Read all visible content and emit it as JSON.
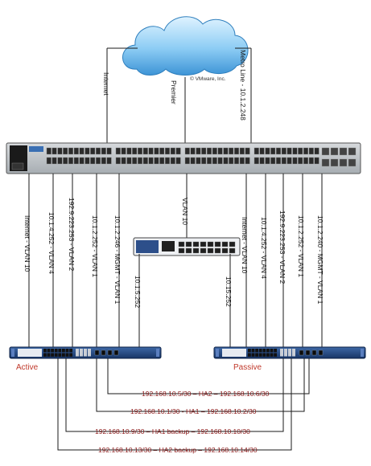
{
  "cloud": {
    "copyright": "© VMware, Inc."
  },
  "uplinks": {
    "internet": "Internet",
    "premier": "Premier",
    "metro": "Metro Line - 10.1.2.248"
  },
  "core_vlan": "VLAN 10",
  "active_links": [
    "Internet - VLAN 10",
    "10.1.4.252 - VLAN 4",
    "192.9.223.253 - VLAN 2",
    "10.1.2.252 - VLAN 1",
    "10.1.2.246 - MGMT - VLAN 1"
  ],
  "passive_links": [
    "Internet - VLAN 10",
    "10.1.4.252 - VLAN 4",
    "192.9.223.253 - VLAN 2",
    "10.1.2.252 - VLAN 1",
    "10.1.2.240 - MGMT - VLAN 1"
  ],
  "jnpr_links": {
    "active": "10.1.5.252",
    "passive": "10.15.252"
  },
  "devices": {
    "active_label": "Active",
    "passive_label": "Passive"
  },
  "ha_links": [
    "192.168.10.5/30 – HA2 – 192.168.10.6/30",
    "192.168.10.1/30 - HA1 – 192.168.10.2/30",
    "192.168.10.9/30 – HA1 backup – 192.168.10.10/30",
    "192.168.10.13/30 – HA2 backup – 192.168.10.14/30"
  ]
}
